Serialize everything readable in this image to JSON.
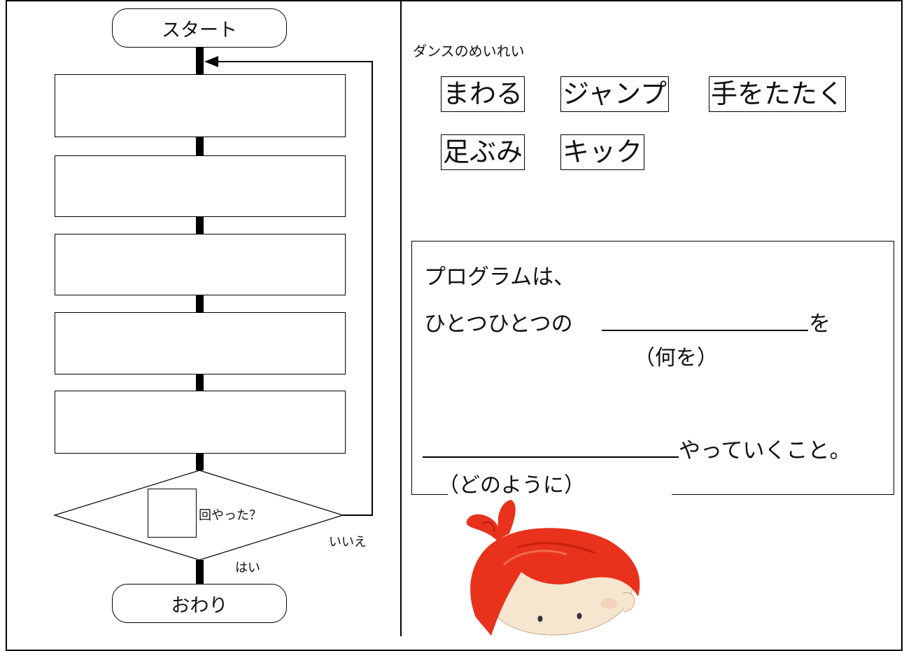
{
  "flowchart": {
    "start_label": "スタート",
    "end_label": "おわり",
    "condition_label": "回やった？",
    "no_label": "いいえ",
    "yes_label": "はい",
    "step_count": 5
  },
  "dance": {
    "title": "ダンスのめいれい",
    "commands": [
      "まわる",
      "ジャンプ",
      "手をたたく",
      "足ぶみ",
      "キック"
    ]
  },
  "definition": {
    "line1": "プログラムは、",
    "line2_prefix": "ひとつひとつの",
    "line2_suffix": "を",
    "hint_what": "（何を）",
    "line3_suffix": "やっていくこと。",
    "hint_how": "（どのように）"
  },
  "colors": {
    "hair": "#e8321c",
    "skin": "#f6e6cf",
    "line": "#000000"
  }
}
